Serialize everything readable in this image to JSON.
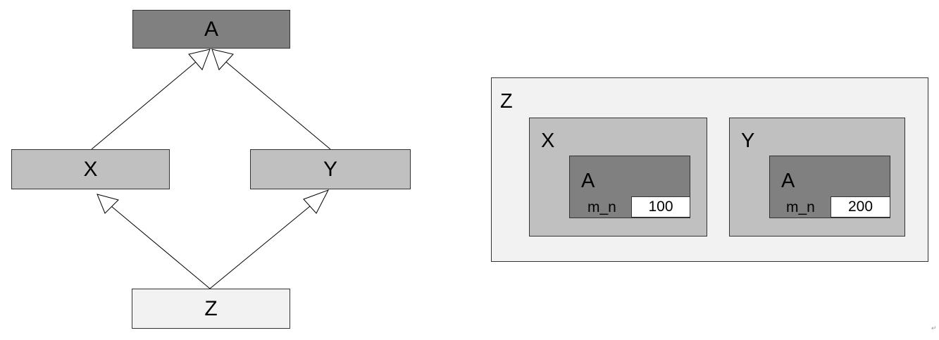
{
  "hierarchy": {
    "top": "A",
    "left": "X",
    "right": "Y",
    "bottom": "Z"
  },
  "layout_diagram": {
    "outer": "Z",
    "left_part": {
      "label": "X",
      "inner_label": "A",
      "field_name": "m_n",
      "field_value": "100"
    },
    "right_part": {
      "label": "Y",
      "inner_label": "A",
      "field_name": "m_n",
      "field_value": "200"
    }
  },
  "colors": {
    "dark": "#808080",
    "mid": "#c0c0c0",
    "light": "#f2f2f2"
  },
  "paragraph_mark": "↵"
}
